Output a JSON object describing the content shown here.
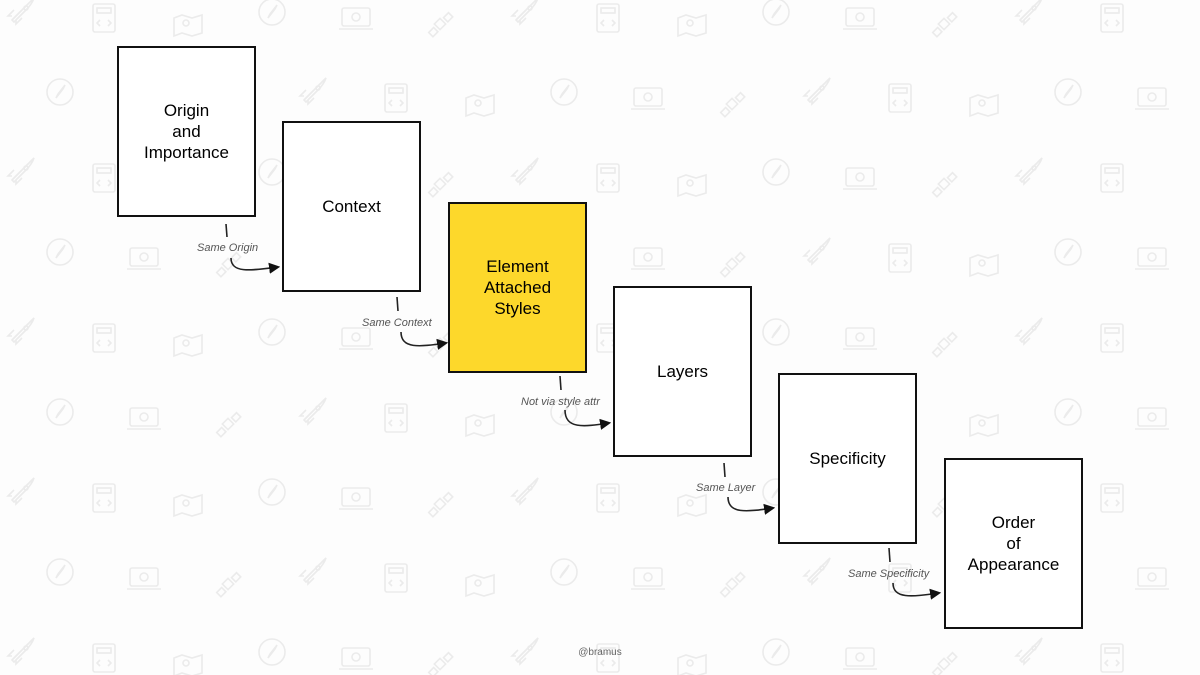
{
  "steps": [
    {
      "label": "Origin\nand\nImportance",
      "highlighted": false
    },
    {
      "label": "Context",
      "highlighted": false
    },
    {
      "label": "Element\nAttached\nStyles",
      "highlighted": true
    },
    {
      "label": "Layers",
      "highlighted": false
    },
    {
      "label": "Specificity",
      "highlighted": false
    },
    {
      "label": "Order\nof\nAppearance",
      "highlighted": false
    }
  ],
  "connectors": [
    {
      "label": "Same Origin"
    },
    {
      "label": "Same Context"
    },
    {
      "label": "Not via style attr"
    },
    {
      "label": "Same Layer"
    },
    {
      "label": "Same Specificity"
    }
  ],
  "credit": "@bramus",
  "colors": {
    "highlight": "#fdd82b",
    "border": "#111111",
    "background": "#fdfdfd",
    "watermark_icons": "#ececec"
  },
  "watermark_icon_names": [
    "rocket-icon",
    "html-file-icon",
    "browser-window-icon",
    "map-icon",
    "compass-icon",
    "laptop-icon",
    "satellite-icon"
  ]
}
